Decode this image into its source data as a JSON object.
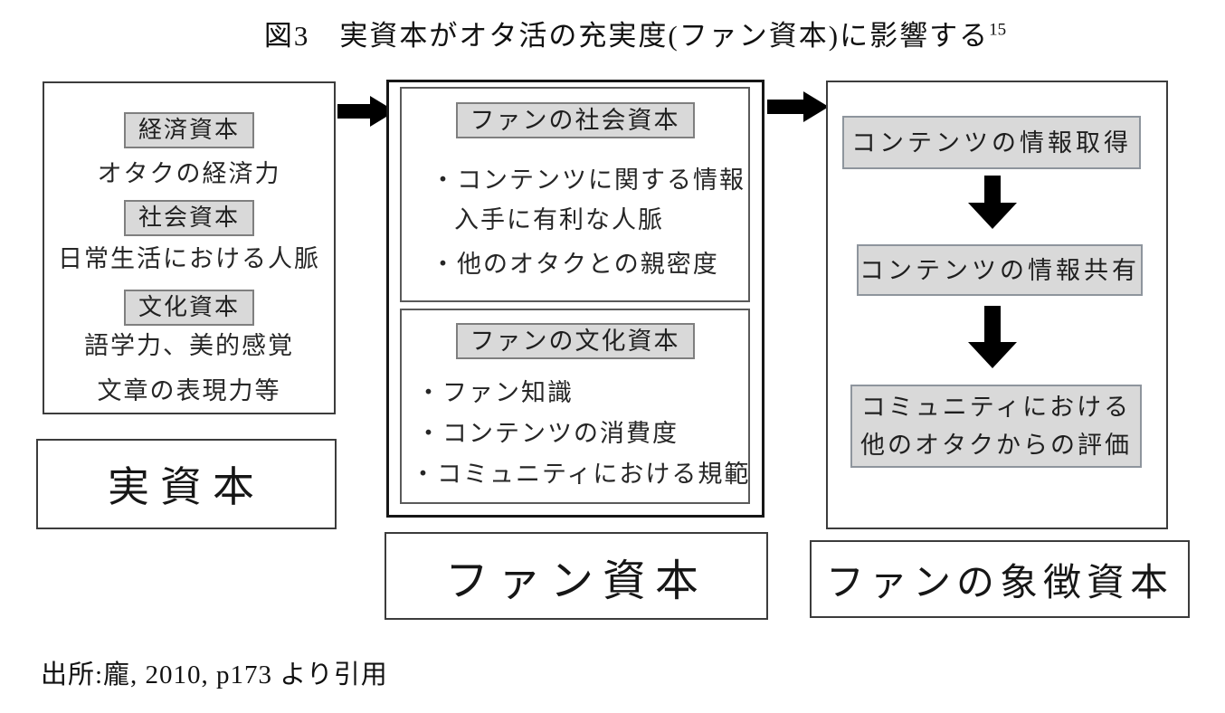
{
  "figure": {
    "title": "図3　実資本がオタ活の充実度(ファン資本)に影響する",
    "footnote_marker": "15",
    "source": "出所:龐, 2010, p173 より引用"
  },
  "real_capital": {
    "caption": "実資本",
    "economic_label": "経済資本",
    "economic_desc": "オタクの経済力",
    "social_label": "社会資本",
    "social_desc": "日常生活における人脈",
    "cultural_label": "文化資本",
    "cultural_desc_line1": "語学力、美的感覚",
    "cultural_desc_line2": "文章の表現力等"
  },
  "fan_capital": {
    "caption": "ファン資本",
    "social": {
      "label": "ファンの社会資本",
      "bullet1_line1": "・コンテンツに関する情報",
      "bullet1_line2": "入手に有利な人脈",
      "bullet2": "・他のオタクとの親密度"
    },
    "cultural": {
      "label": "ファンの文化資本",
      "bullet1": "・ファン知識",
      "bullet2": "・コンテンツの消費度",
      "bullet3": "・コミュニティにおける規範"
    }
  },
  "symbolic_capital": {
    "caption": "ファンの象徴資本",
    "step1": "コンテンツの情報取得",
    "step2": "コンテンツの情報共有",
    "step3_line1": "コミュニティにおける",
    "step3_line2": "他のオタクからの評価"
  },
  "colors": {
    "background": "#ffffff",
    "chip_fill": "#d9d9d9",
    "chip_border": "#7f7f7f",
    "step_fill": "#d9d9d9",
    "step_border": "#8e959d",
    "panel_border": "#3c3c3c",
    "arrow": "#000000",
    "text": "#1a1a1a"
  }
}
